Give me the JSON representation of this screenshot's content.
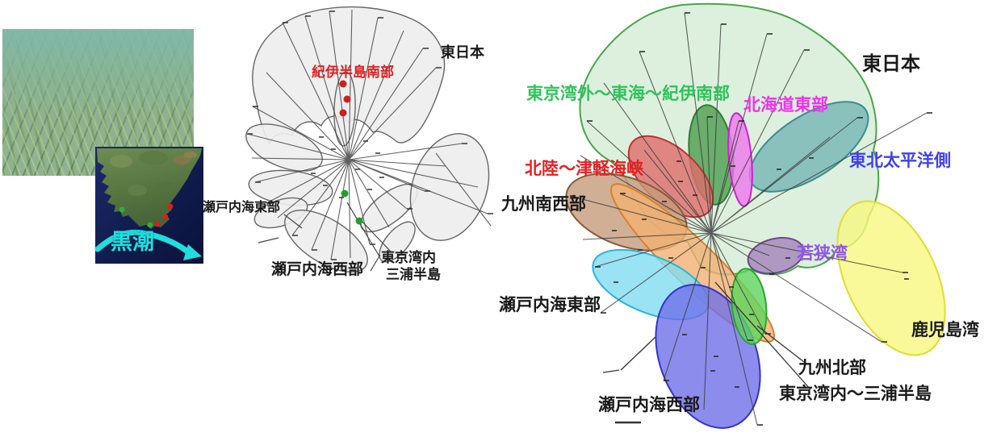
{
  "left_panel": {
    "kuroshio_label": "黒潮",
    "kuroshio_color": "#1fdede",
    "map_marker_colors": {
      "red": "#e31b1b",
      "green": "#2fae3a"
    }
  },
  "middle_network": {
    "labels": {
      "east_japan": "東日本",
      "kii_peninsula_south": "紀伊半島南部",
      "seto_inland_sea_east": "瀬戸内海東部",
      "seto_inland_sea_west": "瀬戸内海西部",
      "tokyo_bay_inner": "東京湾内",
      "miura_peninsula": "三浦半島"
    },
    "colors": {
      "kii_label": "#dd2222",
      "lobe_fill": "#ededed",
      "lobe_stroke": "#666666",
      "marker_red": "#cf2020",
      "marker_green": "#249b33"
    }
  },
  "right_network": {
    "labels": {
      "east_japan": "東日本",
      "tokyo_bay_outer_tokai_kii_south": "東京湾外〜東海〜紀伊南部",
      "hokkaido_east": "北海道東部",
      "tohoku_pacific_side": "東北太平洋側",
      "hokuriku_tsugaru_strait": "北陸〜津軽海峡",
      "kyushu_southwest": "九州南西部",
      "wakasa_bay": "若狭湾",
      "seto_inland_sea_east": "瀬戸内海東部",
      "kagoshima_bay": "鹿児島湾",
      "kyushu_north": "九州北部",
      "tokyo_bay_inner_miura": "東京湾内〜三浦半島",
      "seto_inland_sea_west": "瀬戸内海西部"
    },
    "label_colors": {
      "green": "#2ec45a",
      "magenta": "#ee33ee",
      "blue": "#4040ee",
      "red": "#e32222",
      "violet": "#9055ee",
      "black": "#1a1a1a"
    },
    "petals": [
      {
        "name": "east-japan-region",
        "fill": "#d8eed8"
      },
      {
        "name": "hokuriku-tsugaru-region",
        "fill": "#e06c6c"
      },
      {
        "name": "tokyo-outer-tokai-kii-region",
        "fill": "#4e9e50"
      },
      {
        "name": "hokkaido-east-region",
        "fill": "#ee77ee"
      },
      {
        "name": "tohoku-pacific-region",
        "fill": "#76b5b5"
      },
      {
        "name": "kyushu-southwest-region",
        "fill": "#c59b7b"
      },
      {
        "name": "kyushu-north-region",
        "fill": "#f2b072"
      },
      {
        "name": "seto-east-region",
        "fill": "#7fdcf2"
      },
      {
        "name": "seto-west-region",
        "fill": "#6f6fe8"
      },
      {
        "name": "tokyo-bay-miura-region",
        "fill": "#5cd45c"
      },
      {
        "name": "wakasa-bay-region",
        "fill": "#a482bb"
      },
      {
        "name": "kagoshima-bay-region",
        "fill": "#f7f780"
      }
    ]
  }
}
